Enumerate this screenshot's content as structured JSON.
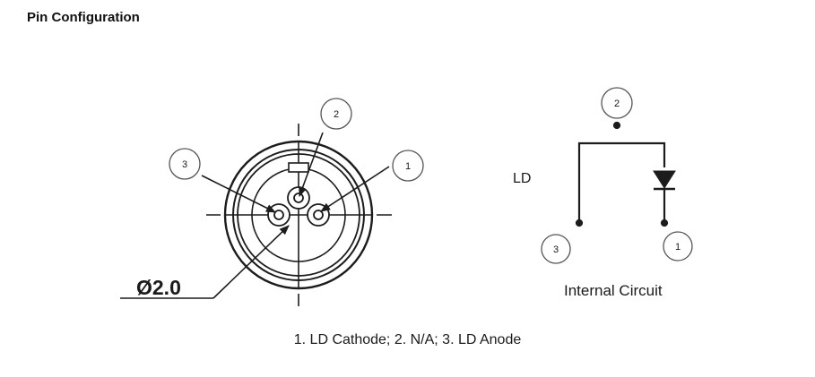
{
  "heading": "Pin Configuration",
  "package_view": {
    "diameter_label": "Ø2.0",
    "pins": [
      {
        "number": "1"
      },
      {
        "number": "2"
      },
      {
        "number": "3"
      }
    ]
  },
  "internal_circuit": {
    "component_label": "LD",
    "caption": "Internal Circuit",
    "pins": [
      {
        "number": "1"
      },
      {
        "number": "2"
      },
      {
        "number": "3"
      }
    ]
  },
  "pin_description": "1. LD Cathode; 2. N/A; 3. LD Anode",
  "colors": {
    "line": "#1c1c1c",
    "text": "#1a1a1a",
    "muted": "#555555"
  }
}
